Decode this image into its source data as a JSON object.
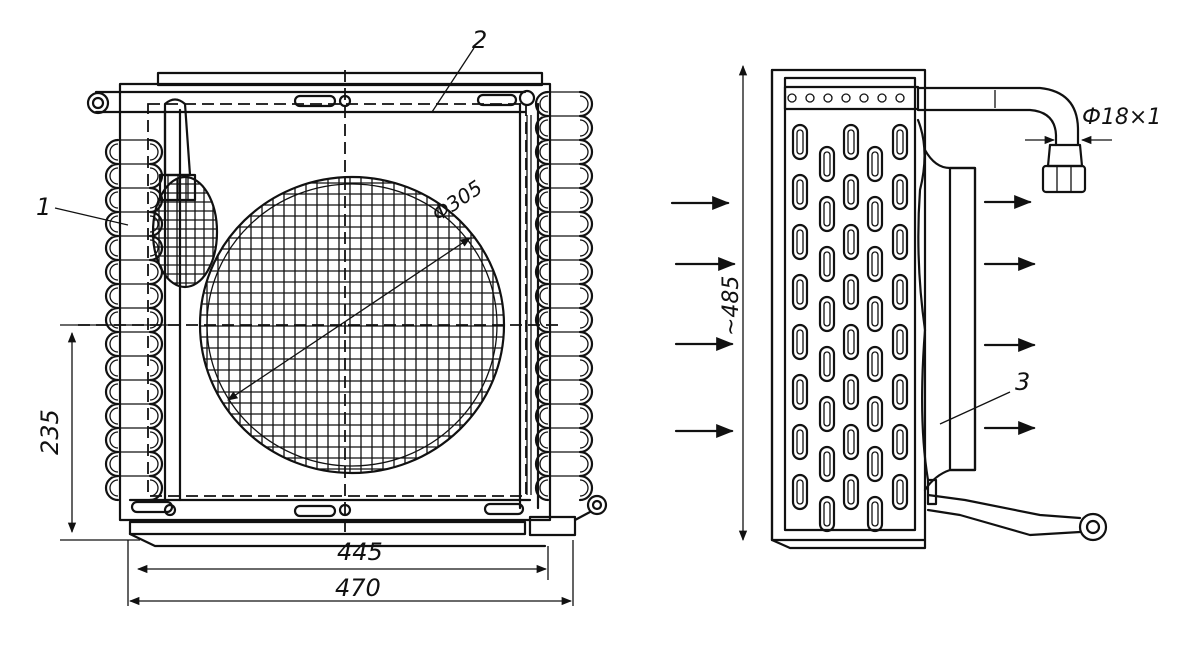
{
  "callouts": {
    "coil": "1",
    "fan_shroud": "2",
    "fan_housing": "3"
  },
  "dimensions": {
    "fan_diameter": "Ф305",
    "inner_width": "445",
    "outer_width": "470",
    "lower_height": "235",
    "side_height": "~485",
    "pipe_diameter": "Ф18×1"
  }
}
